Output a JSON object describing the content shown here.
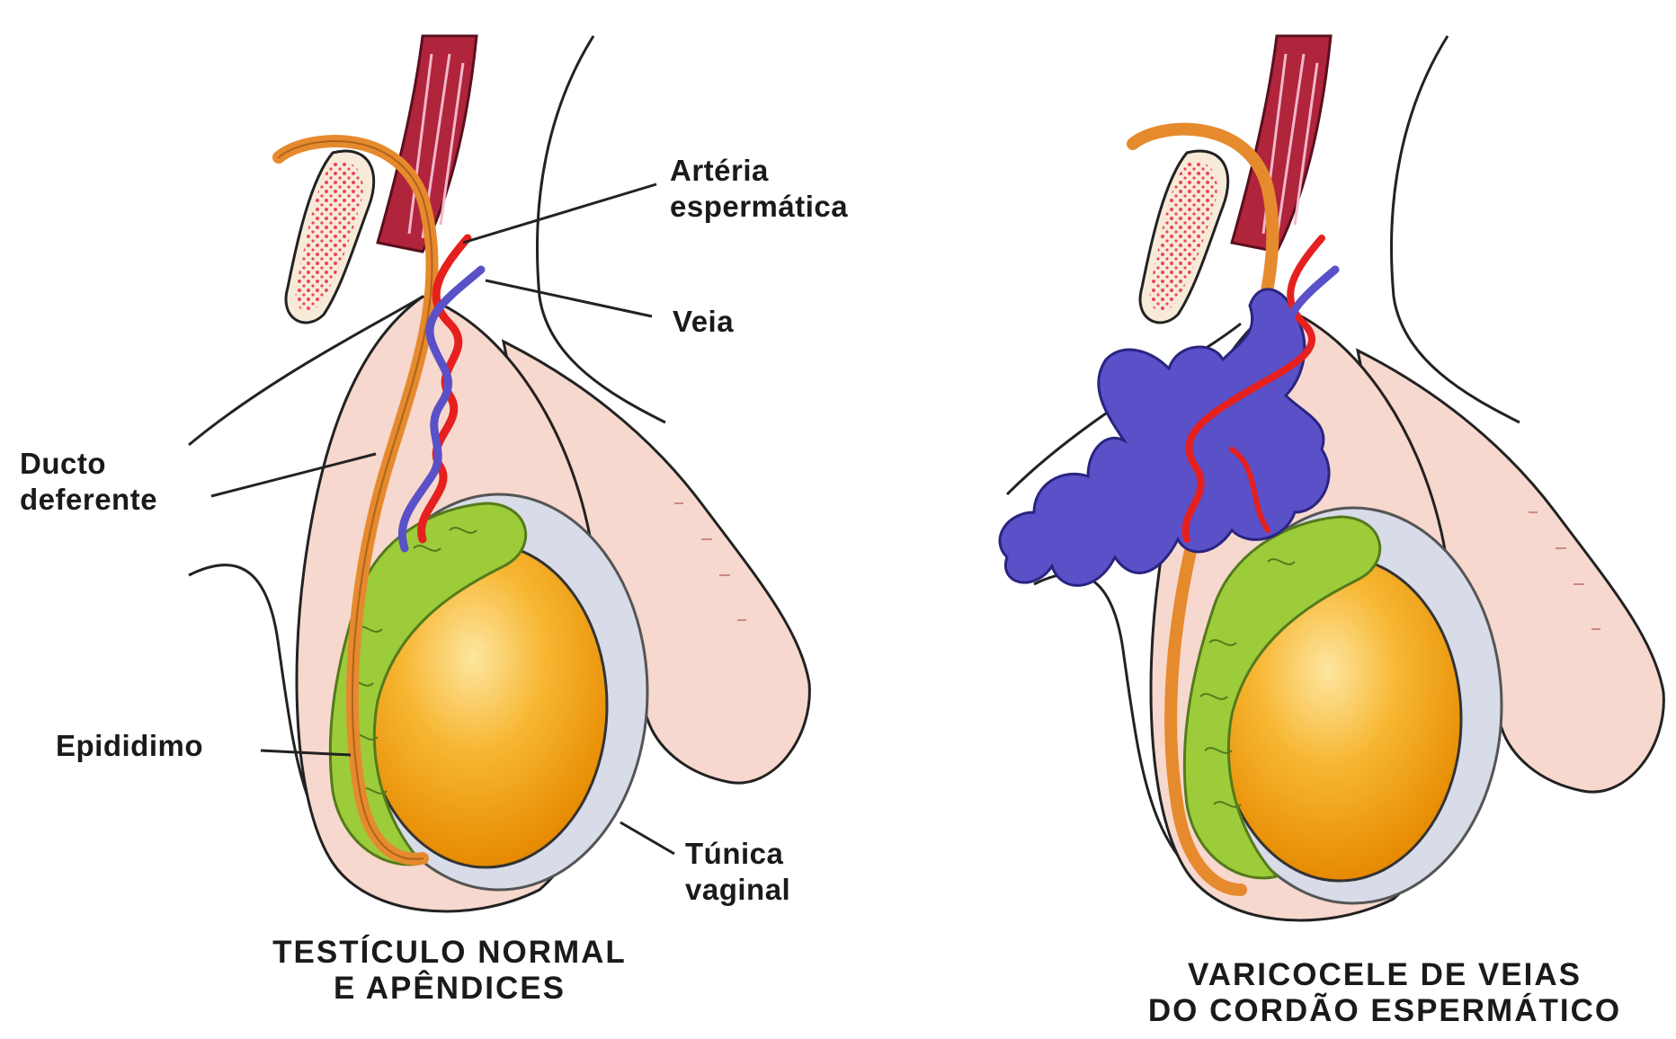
{
  "labels": {
    "arteria": [
      "Artéria",
      "espermática"
    ],
    "veia": "Veia",
    "ducto": [
      "Ducto",
      "deferente"
    ],
    "epididimo": "Epididimo",
    "tunica": [
      "Túnica",
      "vaginal"
    ]
  },
  "captions": {
    "left": [
      "TESTÍCULO NORMAL",
      "E APÊNDICES"
    ],
    "right": [
      "VARICOCELE DE VEIAS",
      "DO CORDÃO ESPERMÁTICO"
    ]
  },
  "colors": {
    "testis": "#f0a018",
    "epididymis": "#9ccc3a",
    "artery": "#e5201e",
    "vein": "#5a50c8",
    "duct": "#e68a2e",
    "skin": "#f7d8ce",
    "muscle": "#b0243c",
    "tunica": "#d8dbe8"
  }
}
